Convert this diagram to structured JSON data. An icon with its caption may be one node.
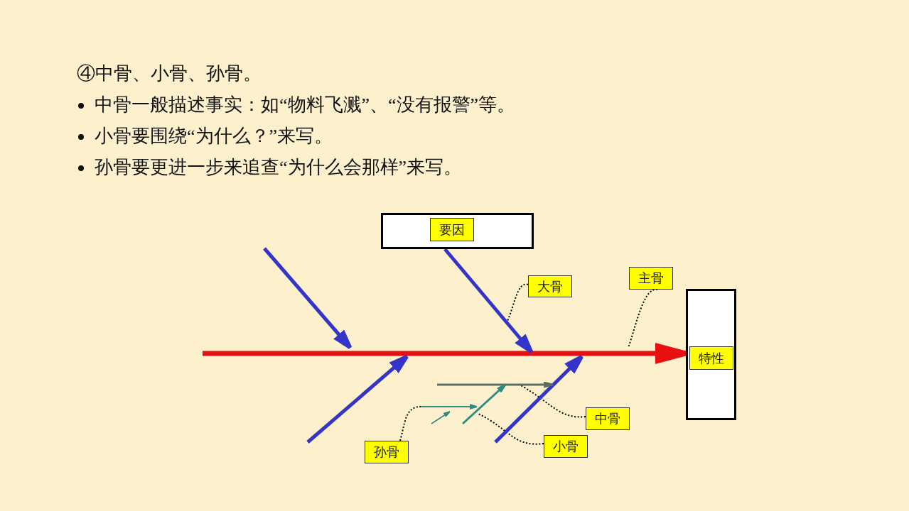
{
  "diagram": {
    "title": "④中骨、小骨、孙骨。",
    "nodes": [
      {
        "text": [],
        "shape": "box"
      },
      {
        "text": [
          "要因"
        ],
        "in": 0
      },
      {
        "text": [
          "主骨"
        ]
      },
      {
        "text": [
          "大骨"
        ]
      },
      {
        "text": [],
        "shape": "box"
      },
      {
        "text": [
          "特性"
        ],
        "in": 4
      },
      {
        "text": [
          "中骨"
        ]
      },
      {
        "text": [
          "小骨"
        ]
      },
      {
        "text": [
          "孙骨"
        ]
      }
    ],
    "edges": [
      {
        "from": null,
        "to": 4,
        "arrow": "to",
        "style": "thick",
        "color": "#e81010"
      },
      {
        "from": 0,
        "to": null,
        "arrow": "to",
        "style": "thick",
        "color": "#3434c8"
      },
      {
        "from": 3,
        "to": null,
        "arrow": "none",
        "style": "dashed"
      },
      {
        "from": 2,
        "to": null,
        "arrow": "none",
        "style": "dashed"
      },
      {
        "from": 6,
        "to": null,
        "arrow": "none",
        "style": "dashed"
      },
      {
        "from": 7,
        "to": null,
        "arrow": "none",
        "style": "dashed"
      },
      {
        "from": 8,
        "to": null,
        "arrow": "none",
        "style": "dashed"
      }
    ],
    "labels": [
      "中骨一般描述事实：如“物料飞溅”、“没有报警”等。",
      "小骨要围绕“为什么？”来写。",
      "孙骨要更进一步来追查“为什么会那样”来写。"
    ]
  }
}
